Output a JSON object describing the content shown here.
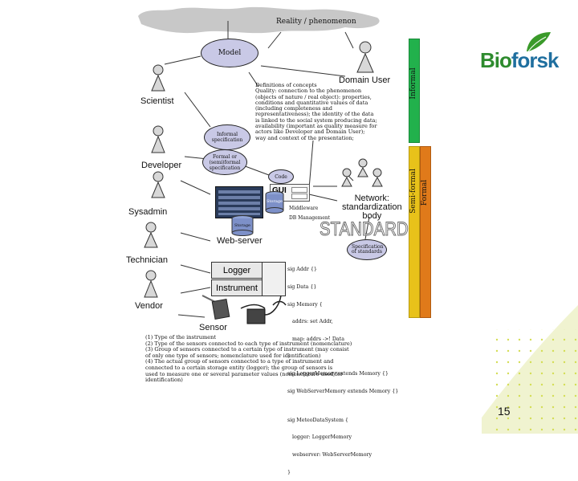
{
  "slide_number": "15",
  "logo": {
    "part1": "Bio",
    "part2": "forsk"
  },
  "reality_label": "Reality / phenomenon",
  "model_label": "Model",
  "actors": {
    "scientist": "Scientist",
    "developer": "Developer",
    "sysadmin": "Sysadmin",
    "technician": "Technician",
    "vendor": "Vendor",
    "domain_user": "Domain User"
  },
  "ellipses": {
    "informal_spec": "Informal specification",
    "formal_spec": "Formal or (semi)formal specification",
    "code": "Code",
    "spec_standards": "Specification of standards"
  },
  "gui_label": "GUI",
  "middleware_label": "Middleware",
  "db_management_label": "DB Management",
  "storage_label": "Storage",
  "storage_label2": "Storage",
  "webserver_label": "Web-server",
  "network_label": [
    "Network:",
    "standardization",
    "body"
  ],
  "standards_label": "STANDARDS",
  "logger_label": "Logger",
  "instrument_label": "Instrument",
  "sensor_label": "Sensor",
  "bars": {
    "informal": "Informal",
    "semi_formal": "Semi-formal",
    "formal": "Formal"
  },
  "definitions": [
    "Definitions of concepts",
    "Quality: connection to the phenomenon",
    "(objects of nature / real object): properties,",
    "conditions and quantitative values of data",
    "(including completeness and",
    "representativeness); the identity of the data",
    "is linked to the social system producing data;",
    "availability (important as quality measure for",
    "actors like Developer and Domain User);",
    "way and context of the presentation;"
  ],
  "code_lines": [
    "sig Addr {}",
    "sig Data {}",
    "sig Memory {",
    "   addrs: set Addr,",
    "   map: addrs ->! Data",
    "}",
    "sig LoggerMemory extends Memory {}",
    "sig WebServerMemory extends Memory {}",
    "",
    "sig MeteoDataSystem {",
    "   logger: LoggerMemory",
    "   webserver: WebServerMemory",
    "}"
  ],
  "legend_lines": [
    "(1) Type of the instrument",
    "(2) Type of the sensors connected to each type of instrument (nomenclature)",
    "(3) Group of sensors connected to a certain type of instrument (may consist",
    "of only one type of sensors; nomenclature used for identification)",
    "(4) The actual group of sensors connected to a type of instrument and",
    "connected to a certain storage entity (logger); the group of sensors is",
    "used to measure one or several parameter values (nomenclature used for",
    "identification)"
  ],
  "colors": {
    "informal_bar": "#22b14c",
    "semi_bar": "#e8c21a",
    "formal_bar": "#e07a1a",
    "ellipse_fill": "#c9c9e6",
    "logo_green": "#2e8b2e"
  }
}
